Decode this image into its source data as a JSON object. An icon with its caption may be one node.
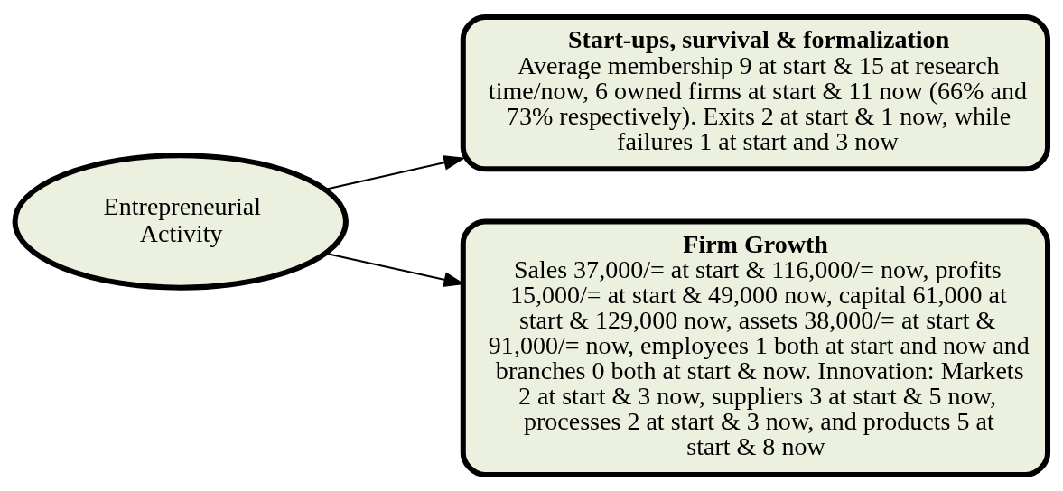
{
  "diagram": {
    "nodes": [
      {
        "text": [
          "Entrepreneurial Activity"
        ]
      },
      {
        "text": [
          "Start-ups, survival & formalization",
          "Average membership 9 at start & 15 at research time/now, 6 owned firms at start & 11 now (66% and 73% respectively). Exits 2 at start & 1 now, while failures 1 at start and 3 now"
        ]
      },
      {
        "text": [
          "Firm Growth",
          "Sales 37,000/= at start & 116,000/= now, profits 15,000/= at start & 49,000 now, capital 61,000 at start & 129,000 now, assets 38,000/= at start & 91,000/= now, employees 1 both at start and now and branches 0 both at start & now. Innovation: Markets 2 at start & 3 now, suppliers 3 at start & 5 now, processes 2 at start & 3 now, and products 5 at start & 8 now"
        ]
      }
    ],
    "edges": [
      {
        "from": 0,
        "to": 1,
        "arrow": "to"
      },
      {
        "from": 0,
        "to": 2,
        "arrow": "to"
      }
    ]
  }
}
